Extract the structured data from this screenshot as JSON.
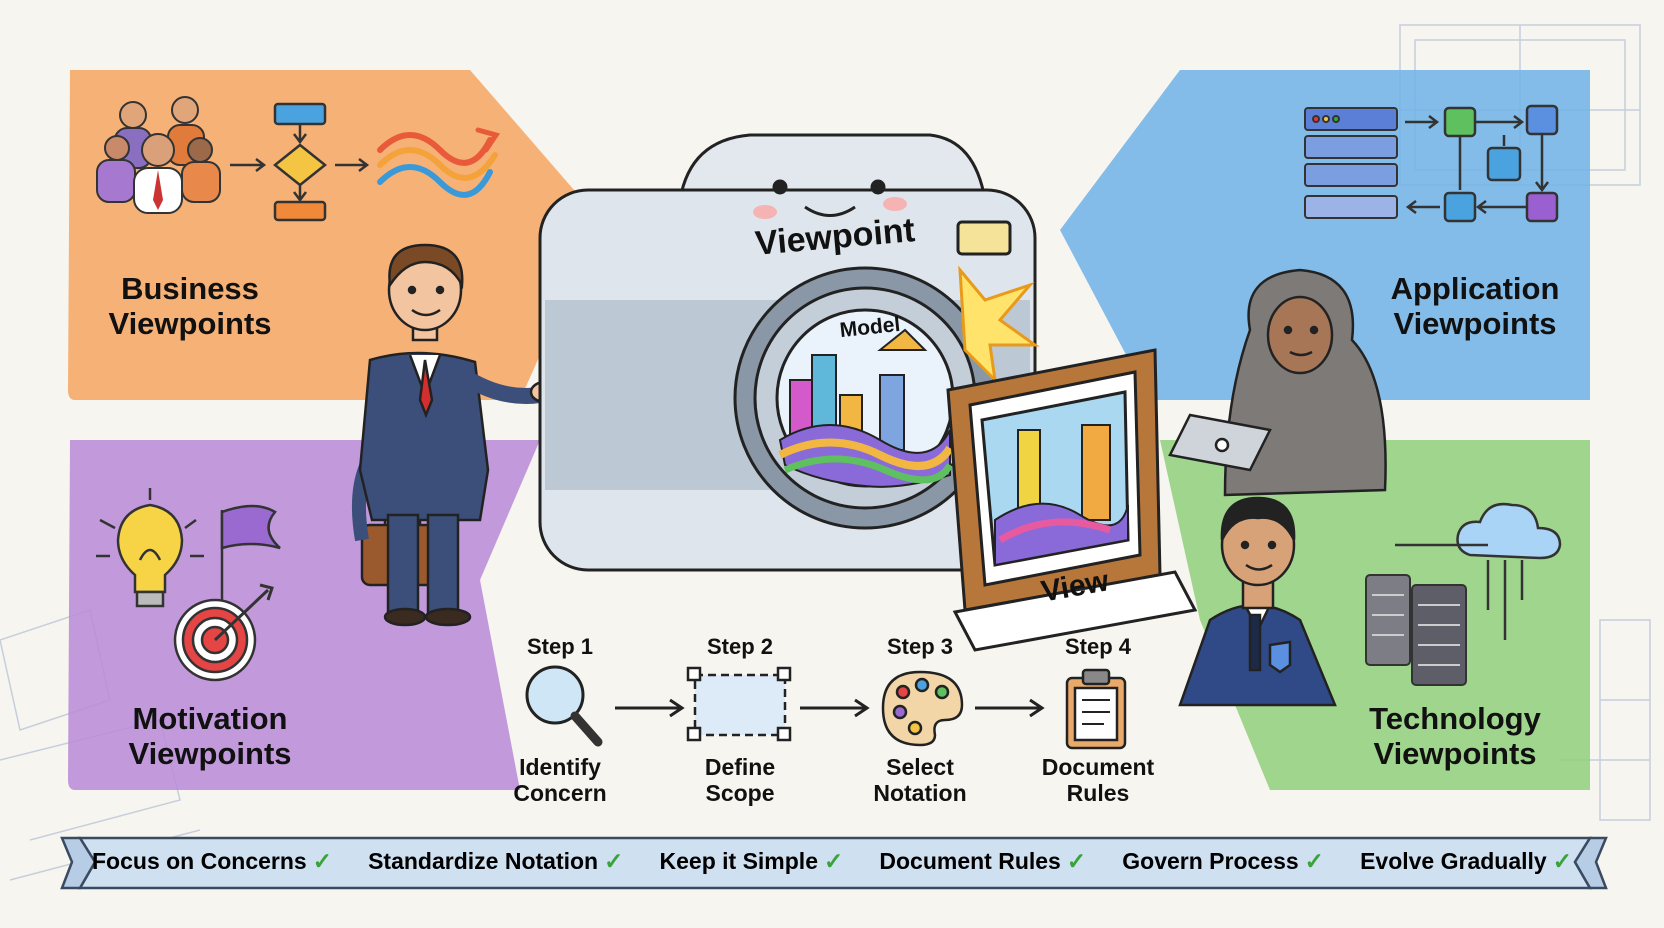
{
  "quadrants": {
    "business": {
      "title": "Business\nViewpoints",
      "color": "#f6a461"
    },
    "application": {
      "title": "Application\nViewpoints",
      "color": "#6fb1e6"
    },
    "motivation": {
      "title": "Motivation\nViewpoints",
      "color": "#b98ad8"
    },
    "technology": {
      "title": "Technology\nViewpoints",
      "color": "#8fcf7a"
    }
  },
  "camera": {
    "label": "Viewpoint",
    "lens_label": "Model"
  },
  "view_frame": {
    "label": "View"
  },
  "steps": [
    {
      "number": "Step 1",
      "text": "Identify\nConcern",
      "icon": "magnifier-icon"
    },
    {
      "number": "Step 2",
      "text": "Define\nScope",
      "icon": "selection-box-icon"
    },
    {
      "number": "Step 3",
      "text": "Select\nNotation",
      "icon": "palette-icon"
    },
    {
      "number": "Step 4",
      "text": "Document\nRules",
      "icon": "clipboard-icon"
    }
  ],
  "ribbon": {
    "items": [
      "Focus on Concerns",
      "Standardize Notation",
      "Keep it Simple",
      "Document Rules",
      "Govern Process",
      "Evolve Gradually"
    ],
    "check": "✓",
    "check_color": "#3aa33a"
  }
}
